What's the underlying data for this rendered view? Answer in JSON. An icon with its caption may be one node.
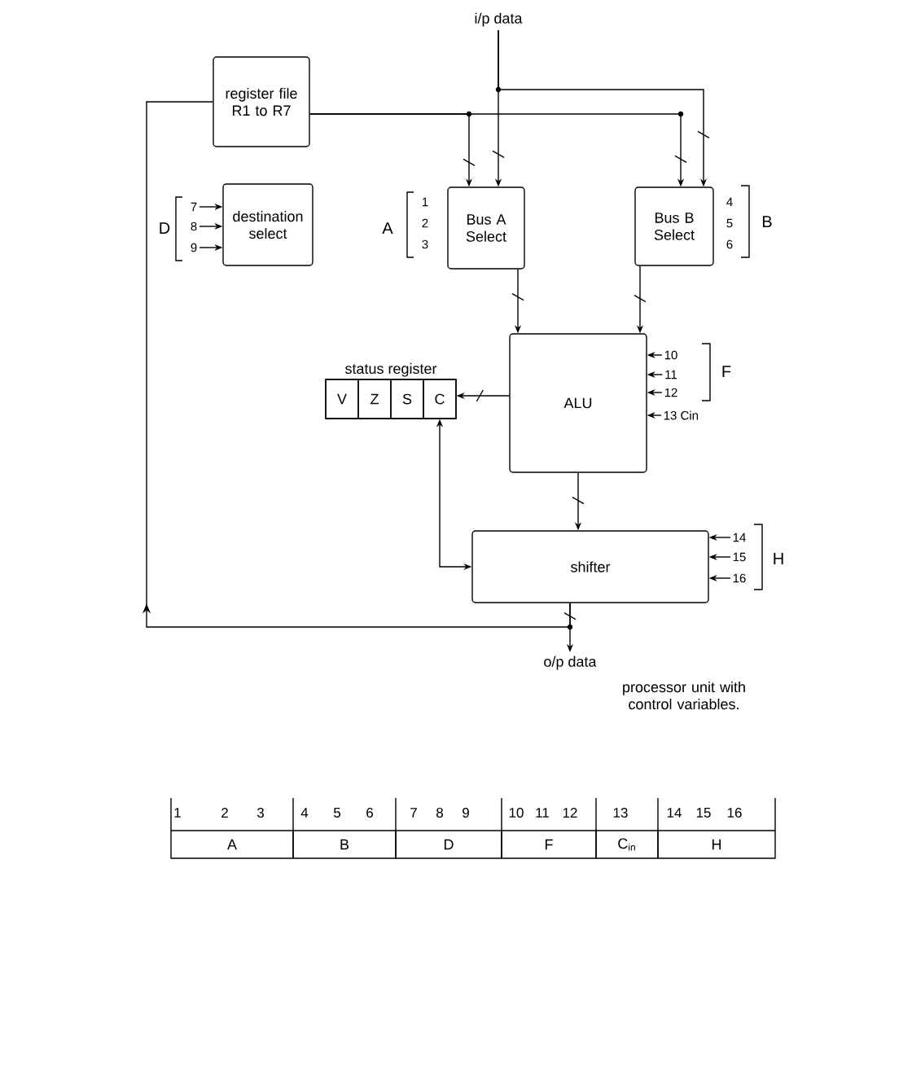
{
  "diagram": {
    "caption": "processor unit with control variables.",
    "nodes": [
      {
        "text": [
          "i/p data"
        ]
      },
      {
        "text": [
          "register file",
          "R1 to R7"
        ]
      },
      {
        "text": [
          "7"
        ]
      },
      {
        "text": [
          "8"
        ]
      },
      {
        "text": [
          "9"
        ]
      },
      {
        "text": [
          "destination select"
        ]
      },
      {
        "text": [
          "Bus A Select"
        ]
      },
      {
        "text": [
          "Bus B Select"
        ]
      },
      {
        "text": [
          "status register"
        ]
      },
      {
        "text": [
          "V"
        ],
        "in": 8
      },
      {
        "text": [
          "Z"
        ],
        "in": 8
      },
      {
        "text": [
          "S"
        ],
        "in": 8
      },
      {
        "text": [
          "C"
        ],
        "in": 8
      },
      {
        "text": [
          "ALU"
        ]
      },
      {
        "text": [
          "10"
        ]
      },
      {
        "text": [
          "11"
        ]
      },
      {
        "text": [
          "12"
        ]
      },
      {
        "text": [
          "13 Cin"
        ]
      },
      {
        "text": [
          "shifter"
        ]
      },
      {
        "text": [
          "14"
        ]
      },
      {
        "text": [
          "15"
        ]
      },
      {
        "text": [
          "16"
        ]
      },
      {
        "text": [
          "o/p data"
        ]
      }
    ],
    "edges": [
      {
        "from": 0,
        "to": 6,
        "arrow": "to"
      },
      {
        "from": 0,
        "to": 7,
        "arrow": "to"
      },
      {
        "from": 1,
        "to": 6,
        "arrow": "to"
      },
      {
        "from": 1,
        "to": 7,
        "arrow": "to"
      },
      {
        "from": 2,
        "to": 5,
        "arrow": "to"
      },
      {
        "from": 3,
        "to": 5,
        "arrow": "to"
      },
      {
        "from": 4,
        "to": 5,
        "arrow": "to"
      },
      {
        "from": 6,
        "to": 13,
        "arrow": "to"
      },
      {
        "from": 7,
        "to": 13,
        "arrow": "to"
      },
      {
        "from": 13,
        "to": 8,
        "arrow": "to"
      },
      {
        "from": 14,
        "to": 13,
        "arrow": "to"
      },
      {
        "from": 15,
        "to": 13,
        "arrow": "to"
      },
      {
        "from": 16,
        "to": 13,
        "arrow": "to"
      },
      {
        "from": 17,
        "to": 13,
        "arrow": "to"
      },
      {
        "from": 13,
        "to": 18,
        "arrow": "to"
      },
      {
        "from": 18,
        "to": 12,
        "arrow": "both"
      },
      {
        "from": 19,
        "to": 18,
        "arrow": "to"
      },
      {
        "from": 20,
        "to": 18,
        "arrow": "to"
      },
      {
        "from": 21,
        "to": 18,
        "arrow": "to"
      },
      {
        "from": 18,
        "to": 22,
        "arrow": "to"
      },
      {
        "from": 18,
        "to": 1,
        "arrow": "to"
      }
    ],
    "labels": [
      "D",
      "A",
      "1",
      "2",
      "3",
      "4",
      "5",
      "6",
      "B",
      "F",
      "H",
      "1",
      "2",
      "3",
      "4",
      "5",
      "6",
      "7",
      "8",
      "9",
      "10",
      "11",
      "12",
      "13",
      "14",
      "15",
      "16",
      "A",
      "B",
      "D",
      "F",
      "C$_{in}$",
      "H"
    ]
  }
}
